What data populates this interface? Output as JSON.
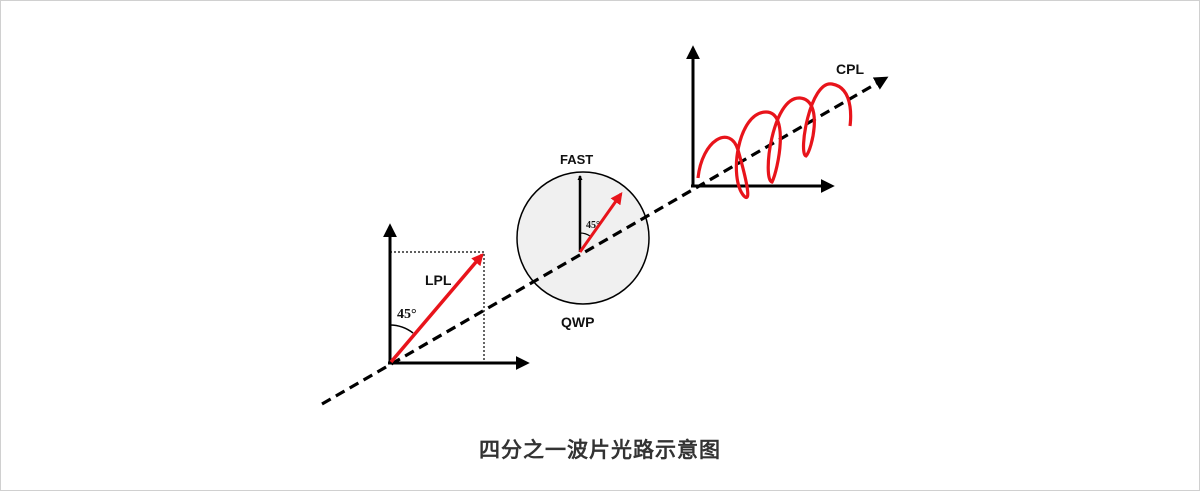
{
  "labels": {
    "lpl": "LPL",
    "angle_lpl": "45°",
    "fast": "FAST",
    "angle_qwp": "45°",
    "qwp": "QWP",
    "cpl": "CPL"
  },
  "caption": "四分之一波片光路示意图",
  "colors": {
    "beam": "#e8141b",
    "axis": "#000000",
    "plate_fill": "#f0f0f0"
  }
}
